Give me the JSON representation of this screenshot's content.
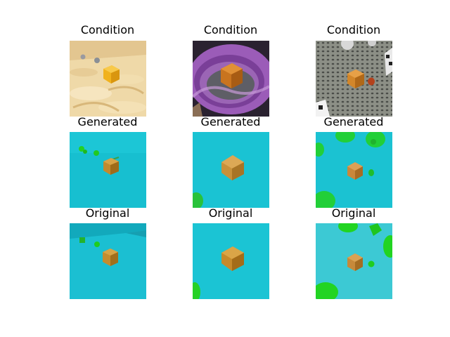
{
  "figure": {
    "rows": [
      {
        "label": "Condition",
        "panels": [
          "sand-swirl-cube",
          "purple-vortex-cube",
          "dotted-floor-cube"
        ]
      },
      {
        "label": "Generated",
        "panels": [
          "cyan-cube-small-green",
          "cyan-cube-center",
          "cyan-cube-green-blobs"
        ]
      },
      {
        "label": "Original",
        "panels": [
          "cyan-room-cube-green",
          "cyan-cube-center-2",
          "cyan-cube-green-blobs-2"
        ]
      }
    ],
    "colors": {
      "cyan": "#1ec8d8",
      "cube": "#c7882c",
      "green": "#1fd21f"
    }
  }
}
